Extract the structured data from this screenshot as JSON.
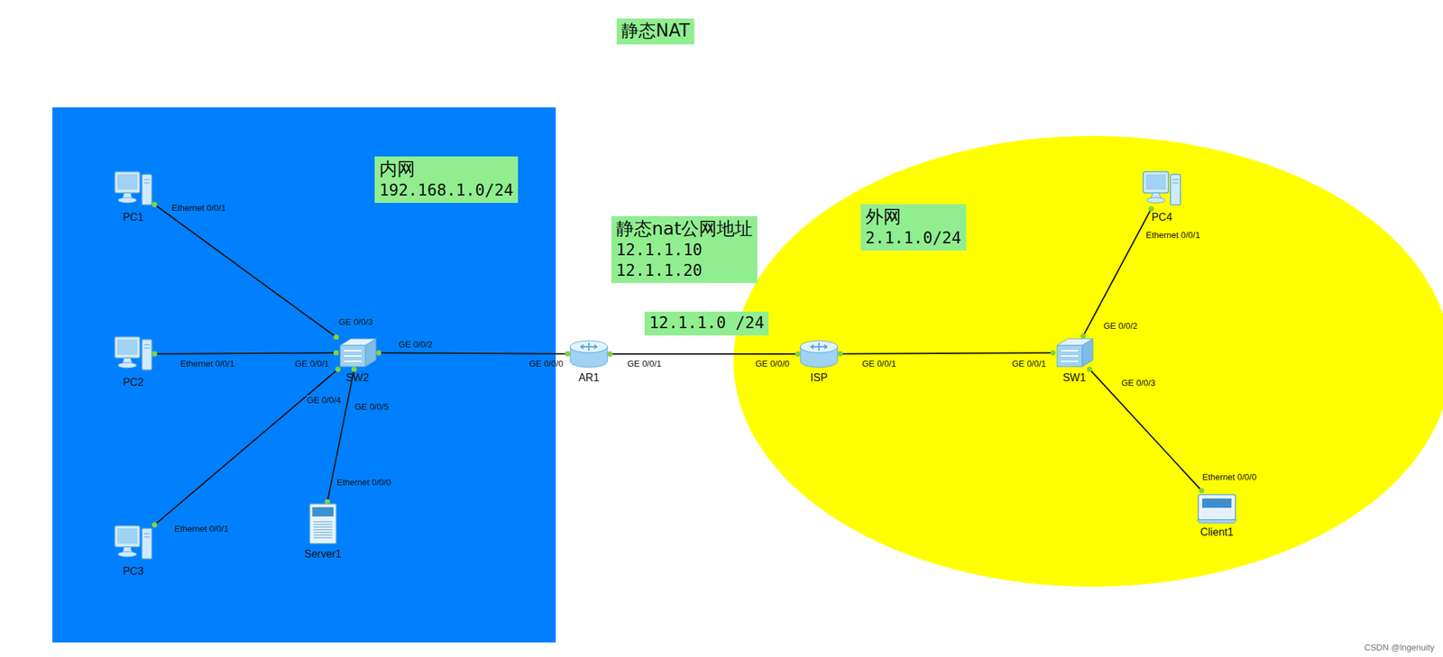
{
  "diagram": {
    "title": "静态NAT",
    "nodes": [
      {
        "text": [
          "内网",
          "192.168.1.0/24"
        ]
      },
      {
        "text": [
          "PC1"
        ],
        "in": 0
      },
      {
        "text": [
          "PC2"
        ],
        "in": 0
      },
      {
        "text": [
          "PC3"
        ],
        "in": 0
      },
      {
        "text": [
          "SW2"
        ],
        "in": 0
      },
      {
        "text": [
          "Server1"
        ],
        "in": 0
      },
      {
        "text": [
          "静态nat公网地址",
          "12.1.1.10",
          "12.1.1.20"
        ]
      },
      {
        "text": [
          "12.1.1.0 /24"
        ]
      },
      {
        "text": [
          "AR1"
        ]
      },
      {
        "text": [
          "外网",
          "2.1.1.0/24"
        ]
      },
      {
        "text": [
          "ISP"
        ],
        "in": 9
      },
      {
        "text": [
          "SW1"
        ],
        "in": 9
      },
      {
        "text": [
          "PC4"
        ],
        "in": 9
      },
      {
        "text": [
          "Client1"
        ],
        "in": 9
      }
    ],
    "edges": [
      {
        "from": 1,
        "to": 4,
        "arrow": "none"
      },
      {
        "from": 2,
        "to": 4,
        "arrow": "none"
      },
      {
        "from": 3,
        "to": 4,
        "arrow": "none"
      },
      {
        "from": 5,
        "to": 4,
        "arrow": "none"
      },
      {
        "from": 4,
        "to": 8,
        "arrow": "none"
      },
      {
        "from": 8,
        "to": 10,
        "arrow": "none"
      },
      {
        "from": 10,
        "to": 11,
        "arrow": "none"
      },
      {
        "from": 11,
        "to": 12,
        "arrow": "none"
      },
      {
        "from": 11,
        "to": 13,
        "arrow": "none"
      }
    ],
    "labels": [
      "Ethernet 0/0/1",
      "GE 0/0/3",
      "Ethernet 0/0/1",
      "GE 0/0/1",
      "GE 0/0/4",
      "GE 0/0/5",
      "Ethernet 0/0/0",
      "Ethernet 0/0/1",
      "GE 0/0/2",
      "GE 0/0/0",
      "GE 0/0/1",
      "GE 0/0/0",
      "GE 0/0/1",
      "GE 0/0/1",
      "GE 0/0/2",
      "Ethernet 0/0/1",
      "GE 0/0/3",
      "Ethernet 0/0/0",
      "CSDN @lngenuity"
    ]
  }
}
